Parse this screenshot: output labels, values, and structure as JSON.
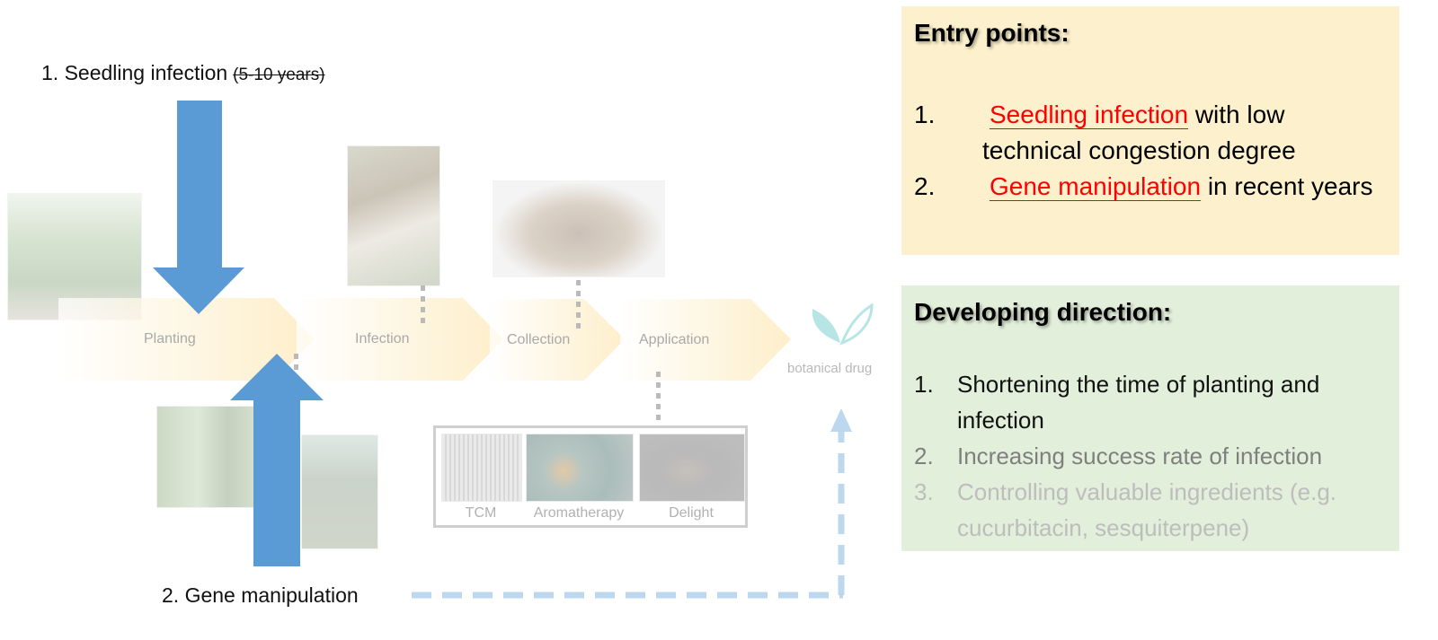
{
  "entry_labels": {
    "seedling": {
      "text": "1. Seedling infection",
      "struck_note": "(5-10 years)"
    },
    "gene": {
      "text": "2. Gene manipulation"
    }
  },
  "process": {
    "stages": [
      "Planting",
      "Infection",
      "Collection",
      "Application"
    ],
    "endpoint": {
      "label": "botanical drug",
      "icon": "leaf-icon"
    }
  },
  "applications": {
    "items": [
      {
        "caption": "TCM",
        "image": "incense-sticks-photo"
      },
      {
        "caption": "Aromatherapy",
        "image": "incense-smoke-photo"
      },
      {
        "caption": "Delight",
        "image": "agarwood-carving-photo"
      }
    ]
  },
  "photos": {
    "planting": "aquilaria-plantation-photo",
    "infection": "infected-trunk-photo",
    "collection": "agarwood-piece-photo",
    "gene_left": "forest-trees-photo",
    "gene_right": "infusion-drip-photo"
  },
  "colors": {
    "arrow_blue": "#5b9bd5",
    "dashed_blue": "#bdd7ee",
    "chevron": "#fde9b8",
    "entry_panel": "#fdf0cc",
    "dev_panel": "#e2efda",
    "highlight_red": "#ff0000"
  },
  "entry_points": {
    "title": "Entry points:",
    "items": [
      {
        "num": "1.",
        "highlight": "Seedling infection",
        "rest": "with low technical congestion degree"
      },
      {
        "num": "2.",
        "highlight": "Gene manipulation",
        "rest": "in recent years"
      }
    ]
  },
  "developing_direction": {
    "title": "Developing direction:",
    "items": [
      {
        "num": "1.",
        "text": "Shortening the time of planting and infection"
      },
      {
        "num": "2.",
        "text": "Increasing success rate of infection"
      },
      {
        "num": "3.",
        "text": "Controlling valuable ingredients (e.g. cucurbitacin, sesquiterpene)"
      }
    ]
  }
}
